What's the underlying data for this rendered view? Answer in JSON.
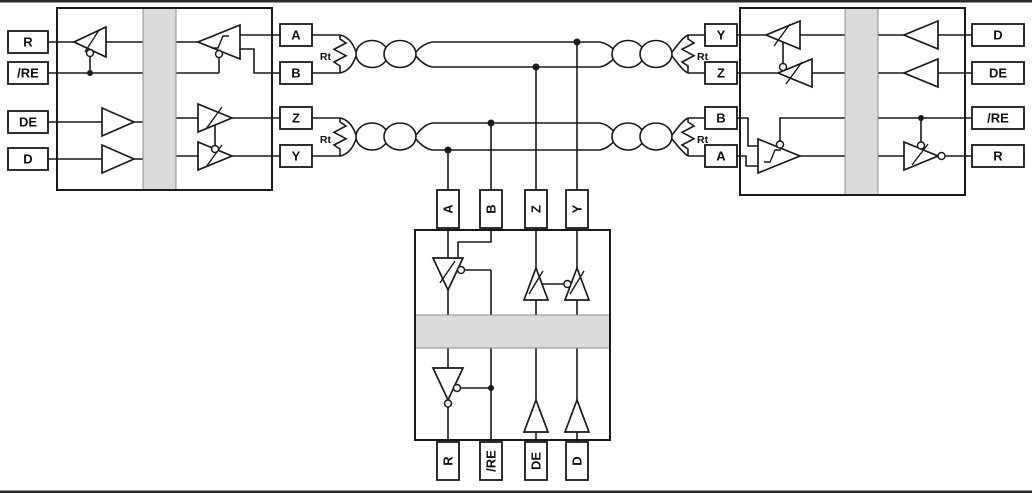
{
  "diagram": {
    "left_device": {
      "logic_pins": [
        "R",
        "/RE",
        "DE",
        "D"
      ],
      "bus_pins": [
        "A",
        "B",
        "Z",
        "Y"
      ]
    },
    "right_device": {
      "bus_pins": [
        "Y",
        "Z",
        "B",
        "A"
      ],
      "logic_pins": [
        "D",
        "DE",
        "/RE",
        "R"
      ]
    },
    "bottom_device": {
      "bus_pins": [
        "A",
        "B",
        "Z",
        "Y"
      ],
      "logic_pins": [
        "R",
        "/RE",
        "DE",
        "D"
      ]
    },
    "termination": {
      "label": "Rt"
    },
    "colors": {
      "line": "#1a1a1a",
      "isolation_barrier": "#dadada",
      "background": "#ffffff"
    }
  }
}
